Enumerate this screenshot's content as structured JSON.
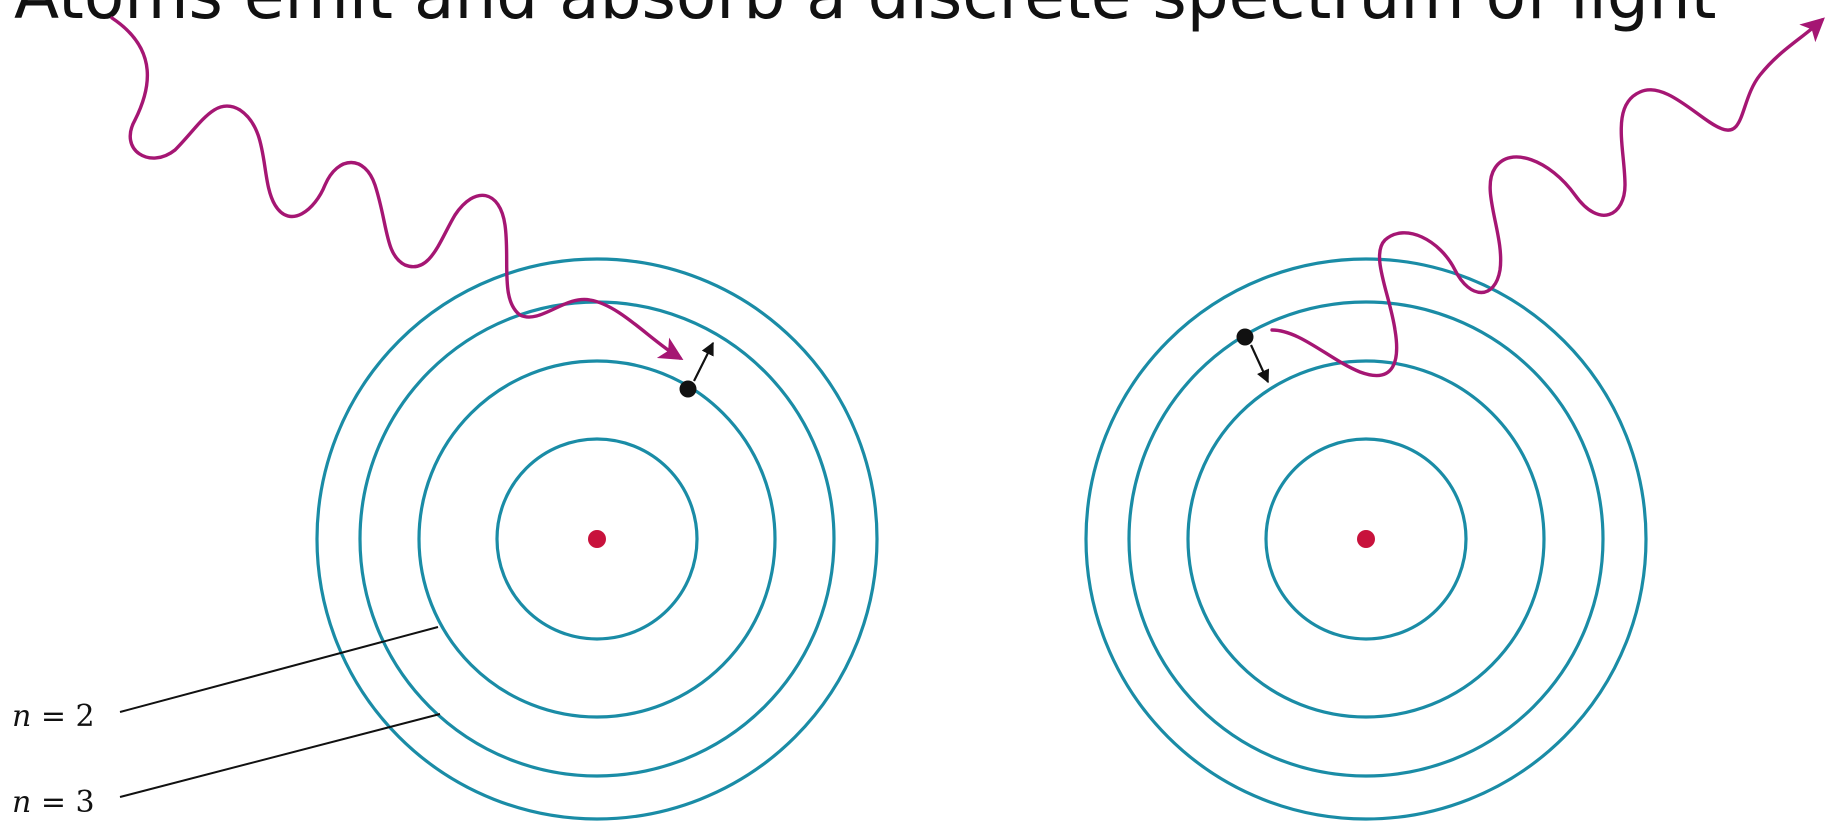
{
  "title": "Atoms emit and absorb a discrete spectrum of light",
  "labels": {
    "n2": {
      "variable": "n",
      "equals": " = ",
      "value": "2"
    },
    "n3": {
      "variable": "n",
      "equals": " = ",
      "value": "3"
    }
  },
  "colors": {
    "orbit": "#1a8ca6",
    "photon": "#a51673",
    "nucleus": "#c8123c",
    "electron": "#111111",
    "text": "#111111"
  },
  "atoms": [
    {
      "name": "absorbing-atom",
      "process": "absorption",
      "orbit_count": 4
    },
    {
      "name": "emitting-atom",
      "process": "emission",
      "orbit_count": 4
    }
  ]
}
